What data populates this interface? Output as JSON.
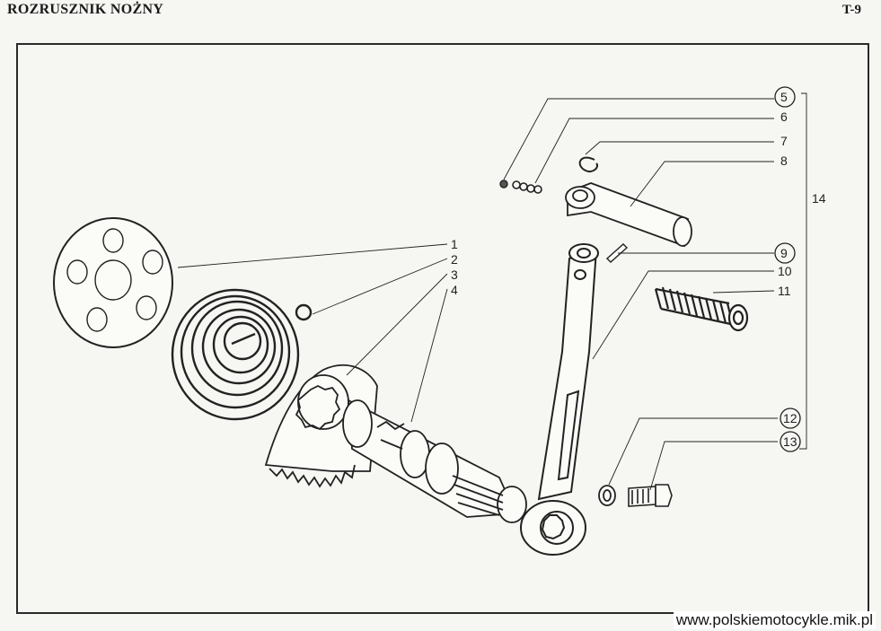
{
  "header": {
    "title": "ROZRUSZNIK NOŻNY",
    "code": "T-9"
  },
  "callouts": [
    {
      "number": "1",
      "circled": false
    },
    {
      "number": "2",
      "circled": false
    },
    {
      "number": "3",
      "circled": false
    },
    {
      "number": "4",
      "circled": false
    },
    {
      "number": "5",
      "circled": true
    },
    {
      "number": "6",
      "circled": false
    },
    {
      "number": "7",
      "circled": false
    },
    {
      "number": "8",
      "circled": false
    },
    {
      "number": "9",
      "circled": true
    },
    {
      "number": "10",
      "circled": false
    },
    {
      "number": "11",
      "circled": false
    },
    {
      "number": "12",
      "circled": true
    },
    {
      "number": "13",
      "circled": true
    },
    {
      "number": "14",
      "circled": false
    }
  ],
  "footer": {
    "website": "www.polskiemotocykle.mik.pl"
  }
}
